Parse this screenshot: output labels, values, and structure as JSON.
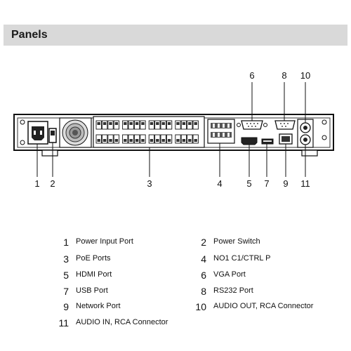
{
  "header": {
    "title": "Panels"
  },
  "callouts": {
    "top": [
      "6",
      "8",
      "10"
    ],
    "bottom": [
      "1",
      "2",
      "3",
      "4",
      "5",
      "7",
      "9",
      "11"
    ]
  },
  "legend": [
    {
      "num": "1",
      "label": "Power Input Port"
    },
    {
      "num": "2",
      "label": "Power Switch"
    },
    {
      "num": "3",
      "label": "PoE Ports"
    },
    {
      "num": "4",
      "label": "NO1 C1/CTRL P"
    },
    {
      "num": "5",
      "label": "HDMI Port"
    },
    {
      "num": "6",
      "label": "VGA Port"
    },
    {
      "num": "7",
      "label": "USB Port"
    },
    {
      "num": "8",
      "label": "RS232 Port"
    },
    {
      "num": "9",
      "label": "Network Port"
    },
    {
      "num": "10",
      "label": "AUDIO OUT, RCA Connector"
    },
    {
      "num": "11",
      "label": "AUDIO IN, RCA Connector"
    }
  ]
}
